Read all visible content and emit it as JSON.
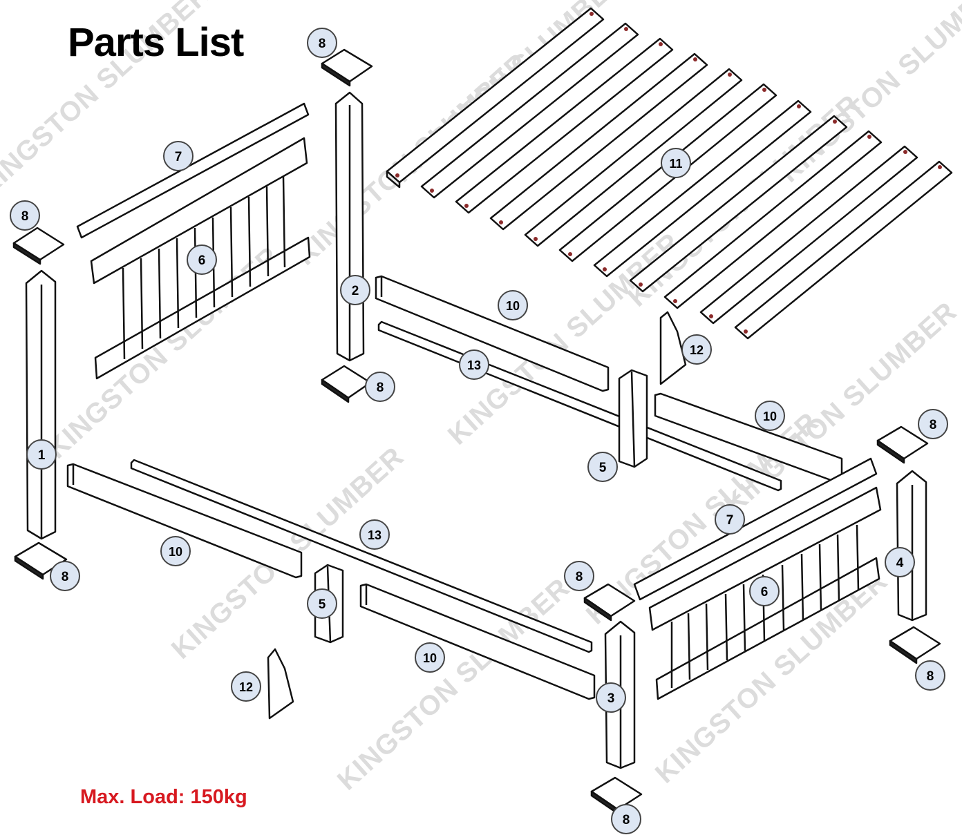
{
  "title": "Parts List",
  "max_load": "Max. Load: 150kg",
  "watermark": "KINGSTON SLUMBER",
  "colors": {
    "label_fill": "#dde6f3",
    "label_stroke": "#444444",
    "load_text": "#d71920",
    "line": "#111111"
  },
  "labels": [
    "1",
    "2",
    "3",
    "4",
    "5",
    "6",
    "7",
    "8",
    "10",
    "11",
    "12",
    "13"
  ]
}
